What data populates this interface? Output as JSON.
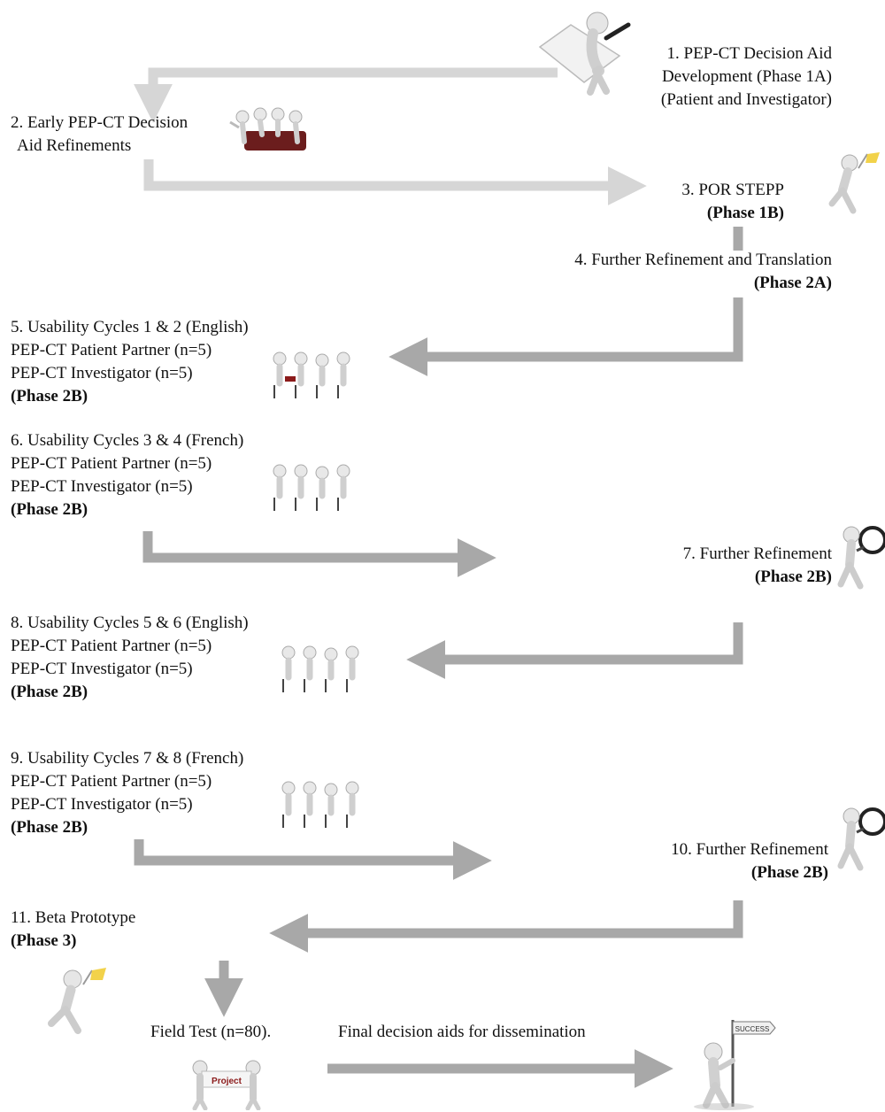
{
  "steps": [
    {
      "id": 1,
      "lines": [
        "1. PEP-CT Decision Aid",
        "Development (Phase 1A)",
        "(Patient and Investigator)"
      ],
      "phase": ""
    },
    {
      "id": 2,
      "lines": [
        "2. Early PEP-CT Decision",
        "Aid Refinements"
      ],
      "phase": ""
    },
    {
      "id": 3,
      "lines": [
        "3. POR STEPP"
      ],
      "phase": "(Phase 1B)"
    },
    {
      "id": 4,
      "lines": [
        "4. Further Refinement and Translation"
      ],
      "phase": "(Phase 2A)"
    },
    {
      "id": 5,
      "lines": [
        "5. Usability Cycles 1 & 2 (English)",
        "PEP-CT Patient Partner (n=5)",
        "PEP-CT Investigator (n=5)"
      ],
      "phase": "(Phase 2B)"
    },
    {
      "id": 6,
      "lines": [
        "6. Usability Cycles 3 & 4 (French)",
        "PEP-CT Patient Partner (n=5)",
        "PEP-CT Investigator (n=5)"
      ],
      "phase": "(Phase 2B)"
    },
    {
      "id": 7,
      "lines": [
        "7. Further Refinement"
      ],
      "phase": "(Phase 2B)"
    },
    {
      "id": 8,
      "lines": [
        "8. Usability Cycles 5 & 6 (English)",
        "PEP-CT Patient Partner (n=5)",
        "PEP-CT Investigator (n=5)"
      ],
      "phase": "(Phase 2B)"
    },
    {
      "id": 9,
      "lines": [
        "9. Usability Cycles 7 & 8 (French)",
        "PEP-CT Patient Partner (n=5)",
        "PEP-CT Investigator (n=5)"
      ],
      "phase": "(Phase 2B)"
    },
    {
      "id": 10,
      "lines": [
        "10. Further Refinement"
      ],
      "phase": "(Phase 2B)"
    },
    {
      "id": 11,
      "lines": [
        "11. Beta Prototype"
      ],
      "phase": "(Phase 3)"
    }
  ],
  "field_test": "Field Test (n=80).",
  "final_aids": "Final decision aids for dissemination",
  "sign_text": "SUCCESS",
  "project_text": "Project",
  "colors": {
    "arrow_light": "#d6d6d6",
    "arrow_dark": "#a8a8a8",
    "text": "#111111",
    "accent": "#8b1a1a"
  }
}
